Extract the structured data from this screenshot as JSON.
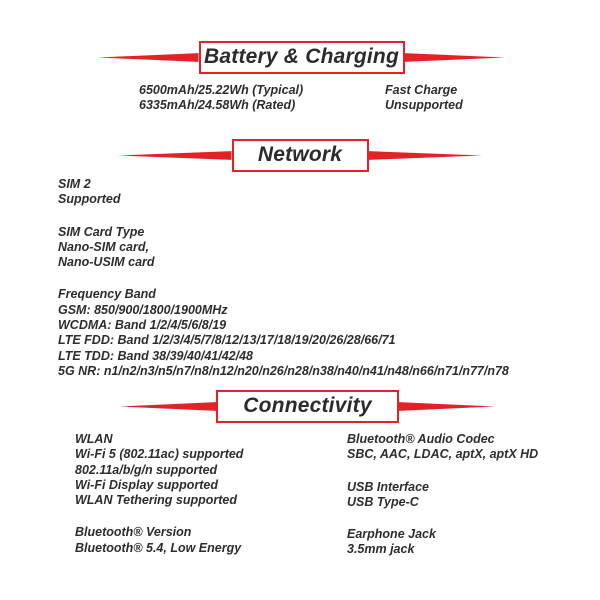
{
  "accent_color": "#e32227",
  "text_color": "#2d2d2d",
  "sections": {
    "battery": {
      "title": "Battery & Charging",
      "capacity": {
        "lines": [
          "6500mAh/25.22Wh (Typical)",
          "6335mAh/24.58Wh (Rated)"
        ]
      },
      "fast_charge": {
        "lines": [
          "Fast Charge",
          "Unsupported"
        ]
      }
    },
    "network": {
      "title": "Network",
      "groups": [
        {
          "lines": [
            "SIM 2",
            "Supported"
          ]
        },
        {
          "lines": [
            "SIM Card Type",
            "Nano-SIM card,",
            "Nano-USIM card"
          ]
        },
        {
          "lines": [
            "Frequency Band",
            "GSM: 850/900/1800/1900MHz",
            "WCDMA: Band 1/2/4/5/6/8/19",
            "LTE FDD: Band 1/2/3/4/5/7/8/12/13/17/18/19/20/26/28/66/71",
            "LTE TDD: Band 38/39/40/41/42/48",
            "5G NR: n1/n2/n3/n5/n7/n8/n12/n20/n26/n28/n38/n40/n41/n48/n66/n71/n77/n78"
          ]
        }
      ]
    },
    "connectivity": {
      "title": "Connectivity",
      "left_groups": [
        {
          "lines": [
            "WLAN",
            "Wi-Fi 5 (802.11ac) supported",
            "802.11a/b/g/n supported",
            "Wi-Fi Display supported",
            "WLAN Tethering supported"
          ]
        },
        {
          "lines": [
            "Bluetooth® Version",
            "Bluetooth® 5.4, Low Energy"
          ]
        }
      ],
      "right_groups": [
        {
          "lines": [
            "Bluetooth® Audio Codec",
            "SBC, AAC, LDAC, aptX, aptX HD"
          ]
        },
        {
          "lines": [
            "USB Interface",
            "USB Type-C"
          ]
        },
        {
          "lines": [
            "Earphone Jack",
            "3.5mm jack"
          ]
        }
      ]
    }
  }
}
